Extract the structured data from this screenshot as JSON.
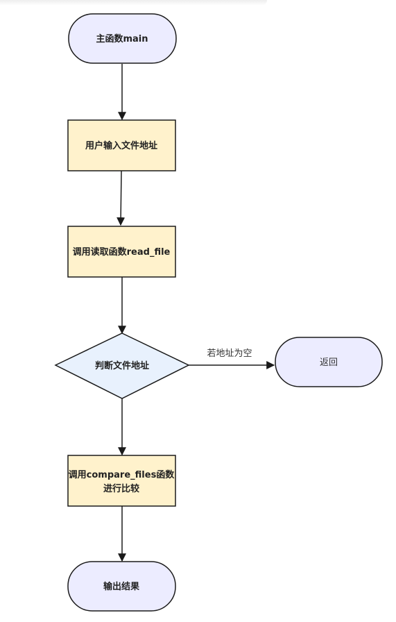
{
  "diagram": {
    "nodes": {
      "start": {
        "label": "主函数main"
      },
      "input": {
        "label": "用户输入文件地址"
      },
      "read": {
        "label": "调用读取函数read_file"
      },
      "decision": {
        "label": "判断文件地址"
      },
      "return": {
        "label": "返回"
      },
      "compare": {
        "line1": "调用compare_files函数",
        "line2": "进行比较"
      },
      "output": {
        "label": "输出结果"
      }
    },
    "edges": {
      "empty_address": {
        "label": "若地址为空"
      }
    }
  },
  "colors": {
    "terminal_fill": "#ECECFF",
    "process_fill": "#FFF2CC",
    "decision_fill": "#E8F1FD",
    "stroke": "#1a1a1a"
  }
}
